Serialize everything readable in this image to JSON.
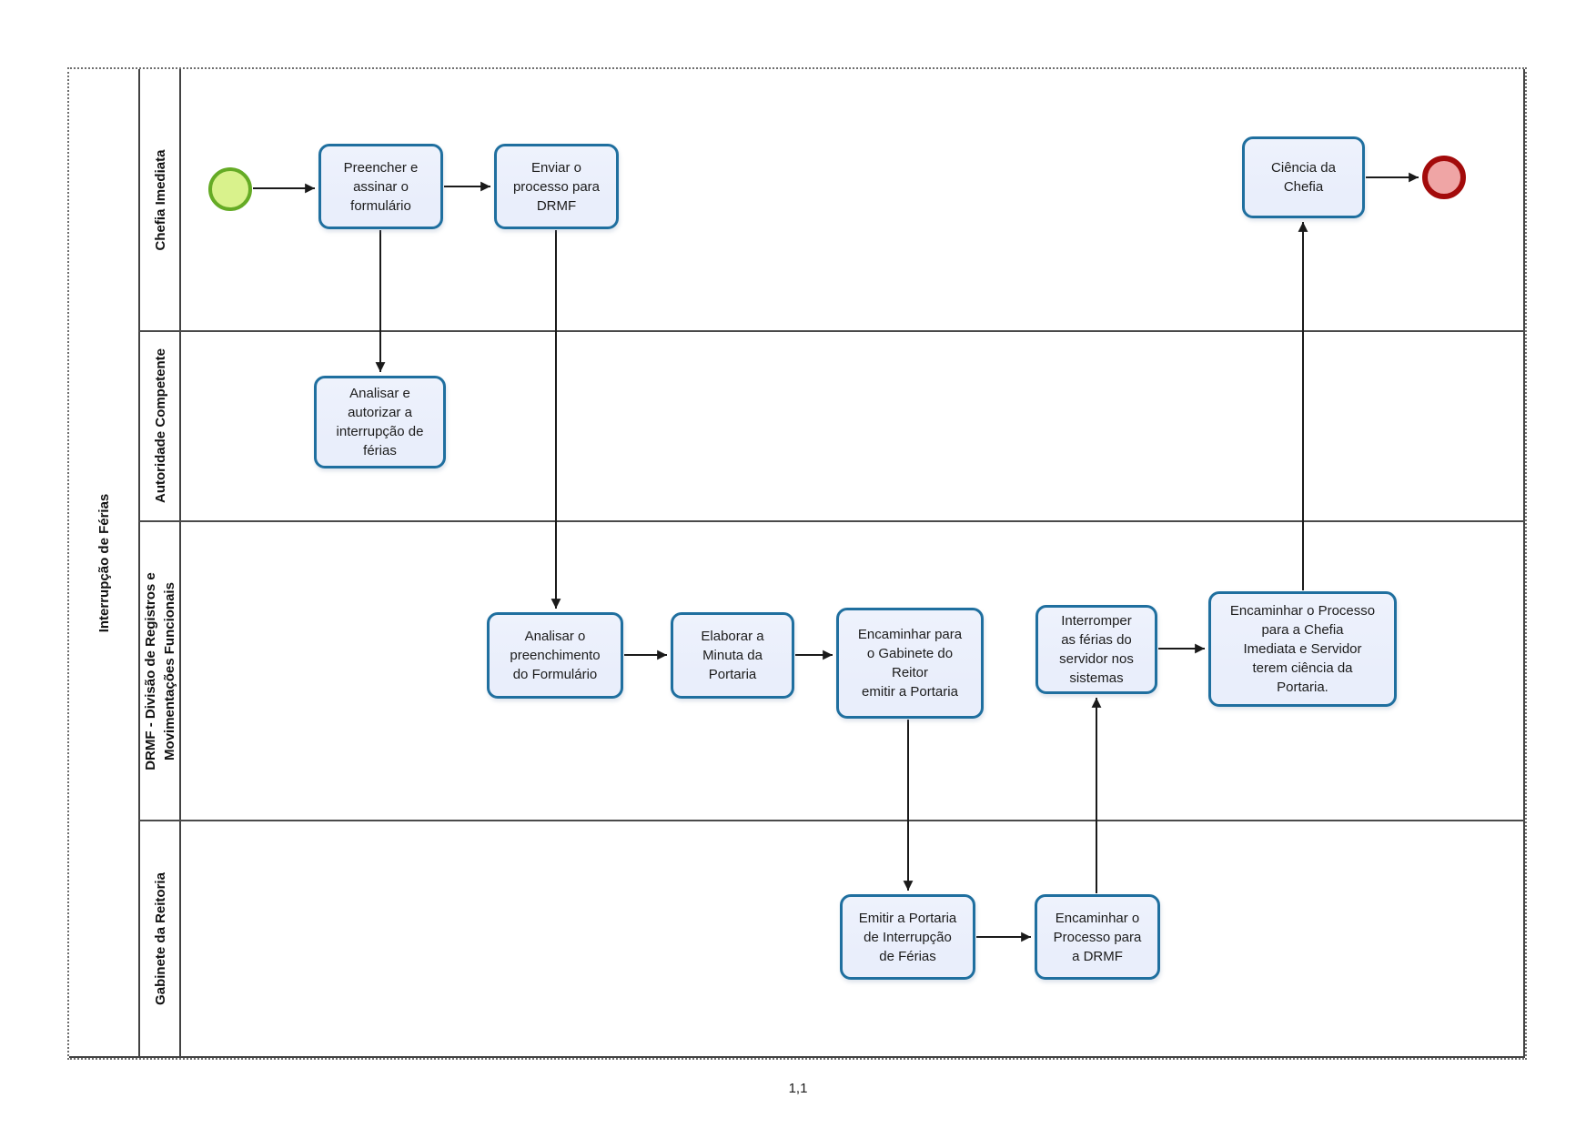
{
  "diagram": {
    "pool_title": "Interrupção de Férias",
    "page_label": "1,1"
  },
  "lanes": [
    {
      "label": "Chefia Imediata"
    },
    {
      "label": "Autoridade Competente"
    },
    {
      "label": "DRMF - Divisão de Registros e\nMovimentações Funcionais"
    },
    {
      "label": "Gabinete da Reitoria"
    }
  ],
  "tasks": [
    {
      "id": "preencher-assinar-formulario",
      "lane": "Chefia Imediata",
      "label": "Preencher e\nassinar o\nformulário"
    },
    {
      "id": "enviar-processo-drmf",
      "lane": "Chefia Imediata",
      "label": "Enviar o\nprocesso para\nDRMF"
    },
    {
      "id": "ciencia-da-chefia",
      "lane": "Chefia Imediata",
      "label": "Ciência da\nChefia"
    },
    {
      "id": "analisar-autorizar-interrupcao",
      "lane": "Autoridade Competente",
      "label": "Analisar e\nautorizar a\ninterrupção de\nférias"
    },
    {
      "id": "analisar-preenchimento-formulario",
      "lane": "DRMF - Divisão de Registros e Movimentações Funcionais",
      "label": "Analisar o\npreenchimento\ndo Formulário"
    },
    {
      "id": "elaborar-minuta-portaria",
      "lane": "DRMF - Divisão de Registros e Movimentações Funcionais",
      "label": "Elaborar a\nMinuta da\nPortaria"
    },
    {
      "id": "encaminhar-gabinete-reitor",
      "lane": "DRMF - Divisão de Registros e Movimentações Funcionais",
      "label": "Encaminhar para\no Gabinete do\nReitor\nemitir a Portaria"
    },
    {
      "id": "interromper-ferias-sistemas",
      "lane": "DRMF - Divisão de Registros e Movimentações Funcionais",
      "label": "Interromper\nas férias do\nservidor nos\nsistemas"
    },
    {
      "id": "encaminhar-processo-chefia",
      "lane": "DRMF - Divisão de Registros e Movimentações Funcionais",
      "label": "Encaminhar o Processo\npara a Chefia\nImediata e Servidor\nterem ciência da\nPortaria."
    },
    {
      "id": "emitir-portaria-interrupcao",
      "lane": "Gabinete da Reitoria",
      "label": "Emitir a Portaria\nde Interrupção\nde Férias"
    },
    {
      "id": "encaminhar-processo-para-drmf",
      "lane": "Gabinete da Reitoria",
      "label": "Encaminhar o\nProcesso para\na DRMF"
    }
  ],
  "events": [
    {
      "id": "start",
      "type": "start-event",
      "shape": "circle"
    },
    {
      "id": "end",
      "type": "end-event",
      "shape": "circle"
    }
  ],
  "colors": {
    "task_border": "#1f6f9f",
    "task_fill": "#e9eefb",
    "start_border": "#65ab25",
    "start_fill": "#d9f28c",
    "end_border": "#a30b0b",
    "end_fill": "#efa5a5",
    "lane_line": "#434343",
    "flow_line": "#1a1a1a"
  }
}
